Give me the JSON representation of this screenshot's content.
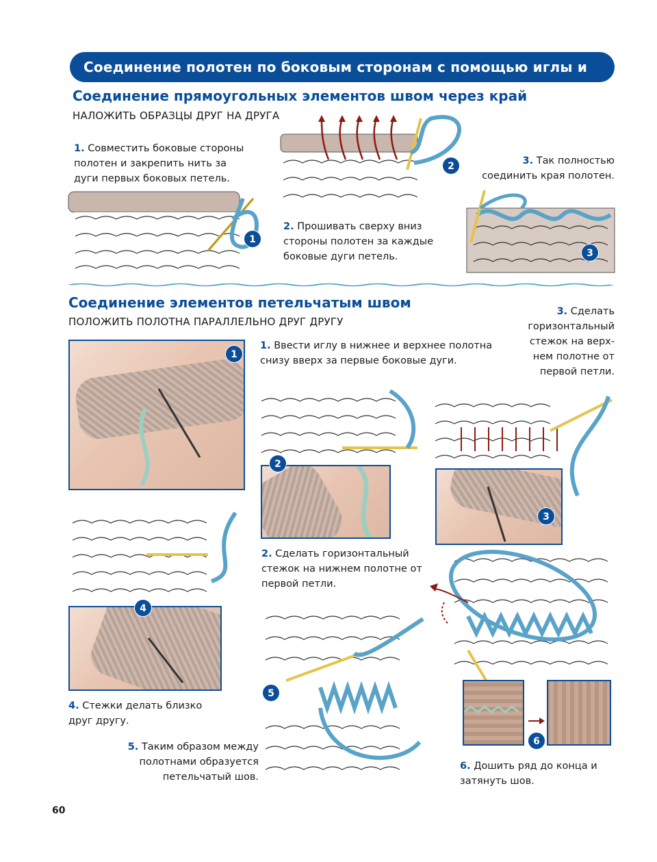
{
  "banner": "Соединение полотен по боковым сторонам с помощью иглы и нити",
  "section1": {
    "title": "Соединение прямоугольных элементов швом через край",
    "subtitle": "НАЛОЖИТЬ ОБРАЗЦЫ ДРУГ НА ДРУГА",
    "steps": [
      {
        "num": "1.",
        "text": "Совместить боковые стороны полотен и закрепить нить за дуги первых боковых петель.",
        "badge": "1"
      },
      {
        "num": "2.",
        "text": "Прошивать сверху вниз стороны полотен за каждые боковые дуги петель.",
        "badge": "2"
      },
      {
        "num": "3.",
        "text": "Так полностью соединить края полотен.",
        "badge": "3"
      }
    ]
  },
  "section2": {
    "title": "Соединение элементов петельчатым швом",
    "subtitle": "ПОЛОЖИТЬ ПОЛОТНА ПАРАЛЛЕЛЬНО ДРУГ ДРУГУ",
    "steps": [
      {
        "num": "1.",
        "text": "Ввести иглу в нижнее и верхнее полотна снизу вверх за первые боковые дуги.",
        "badge": "1"
      },
      {
        "num": "2.",
        "text": "Сделать горизонтальный стежок на нижнем полотне от первой петли.",
        "badge": "2"
      },
      {
        "num": "3.",
        "text": "Сделать горизонтальный стежок на верх-нем полотне от первой петли.",
        "badge": "3"
      },
      {
        "num": "4.",
        "text": "Стежки делать близко друг другу.",
        "badge": "4"
      },
      {
        "num": "5.",
        "text": "Таким образом между полотнами образуется петельчатый шов.",
        "badge": "5"
      },
      {
        "num": "6.",
        "text": "Дошить ряд до конца и затянуть шов.",
        "badge": "6"
      }
    ]
  },
  "page_number": "60",
  "colors": {
    "brand": "#0a4d98",
    "yarn": "#5aa3c8",
    "arrow": "#8b1a12",
    "needle": "#e6c34a"
  }
}
